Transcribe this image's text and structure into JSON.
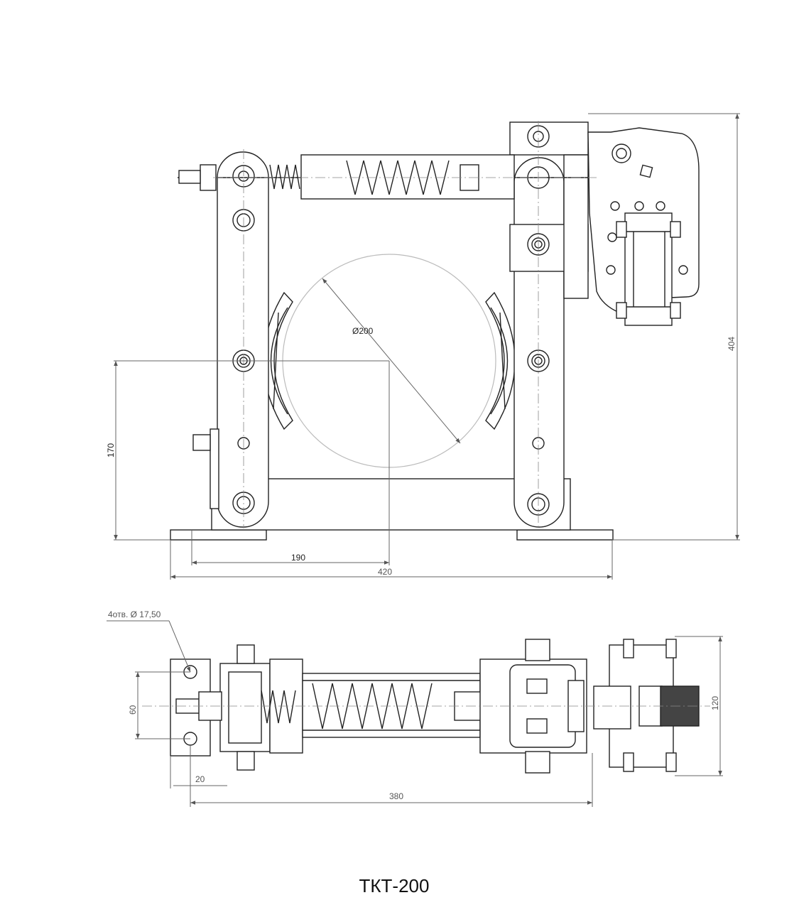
{
  "title": "ТКТ-200",
  "front_view": {
    "drum_diameter_label": "Ø200",
    "height_label": "404",
    "axis_height_label": "170",
    "axis_offset_label": "190",
    "base_width_label": "420"
  },
  "top_view": {
    "holes_label": "4отв. Ø 17,50",
    "hole_spacing_label": "60",
    "edge_offset_label": "20",
    "length_label": "380",
    "width_label": "120"
  },
  "colors": {
    "line": "#222222",
    "dim_line": "#666666",
    "drum": "#bbbbbb"
  }
}
